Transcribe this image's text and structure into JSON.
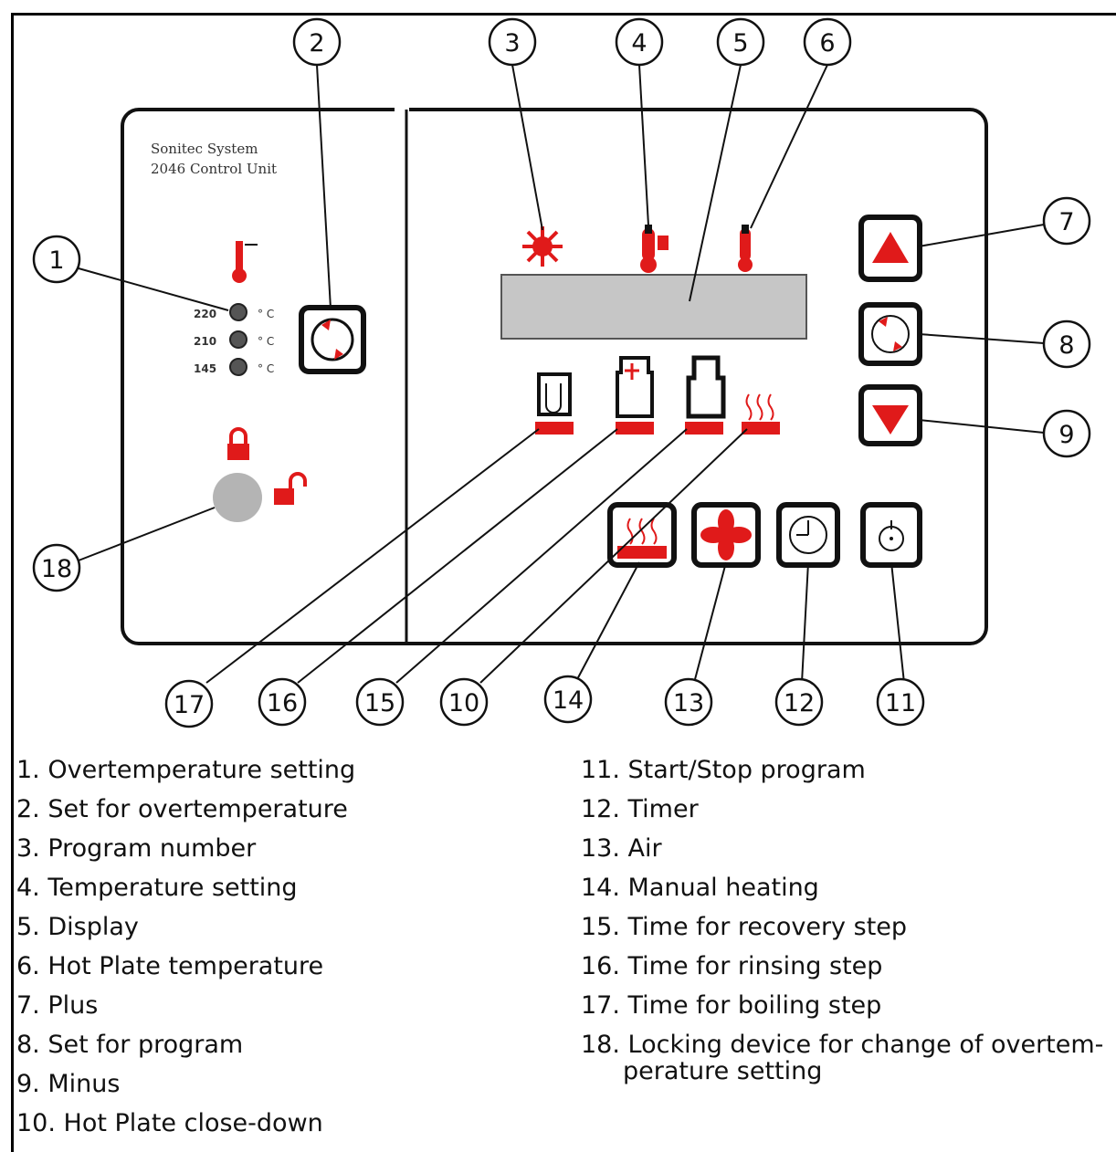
{
  "unit_label": {
    "line1": "Sonitec System",
    "line2": "2046 Control Unit"
  },
  "overtemp_options": [
    {
      "value": "220",
      "unit": "° C"
    },
    {
      "value": "210",
      "unit": "° C"
    },
    {
      "value": "145",
      "unit": "° C"
    }
  ],
  "callouts": [
    "1",
    "2",
    "3",
    "4",
    "5",
    "6",
    "7",
    "8",
    "9",
    "10",
    "11",
    "12",
    "13",
    "14",
    "15",
    "16",
    "17",
    "18"
  ],
  "legend_left": [
    "1. Overtemperature setting",
    "2. Set for overtemperature",
    "3. Program number",
    "4. Temperature setting",
    "5. Display",
    "6. Hot Plate temperature",
    "7. Plus",
    "8. Set for program",
    "9. Minus",
    "10. Hot Plate close-down"
  ],
  "legend_right": [
    "11. Start/Stop program",
    "12. Timer",
    "13. Air",
    "14. Manual heating",
    "15. Time for recovery step",
    "16. Time for rinsing step",
    "17. Time for boiling step",
    "18. Locking device for change of overtem-"
  ],
  "legend_right_wrap": "perature setting",
  "colors": {
    "accent_red": "#e01a1a",
    "display_gray": "#c6c6c6",
    "lock_gray": "#b4b4b4",
    "outline": "#111111"
  },
  "icons": [
    "thermometer-icon",
    "program-star-icon",
    "temp-setting-icon",
    "hotplate-temp-icon",
    "plus-icon",
    "set-program-icon",
    "minus-icon",
    "hotplate-closedown-icon",
    "start-stop-icon",
    "timer-icon",
    "air-fan-icon",
    "manual-heating-icon",
    "recovery-step-icon",
    "rinsing-step-icon",
    "boiling-step-icon",
    "lock-icon",
    "unlock-icon"
  ]
}
